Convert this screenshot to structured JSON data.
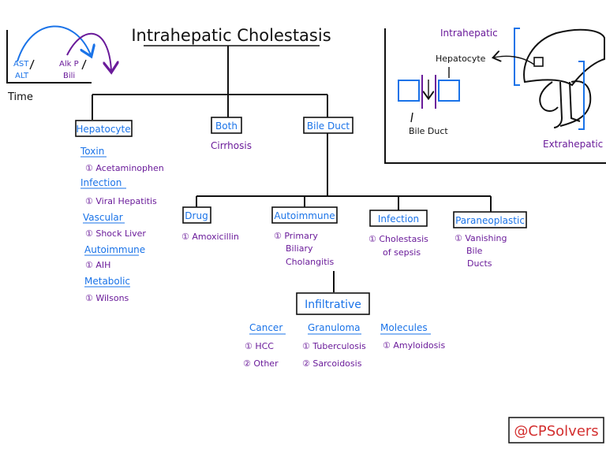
{
  "title": "Intrahepatic Cholestasis",
  "graph": {
    "ast_alt": [
      "AST",
      "ALT"
    ],
    "alkp_bili": [
      "Alk P",
      "Bili"
    ],
    "xlabel": "Time"
  },
  "colors": {
    "blue": "#1a73e8",
    "purple": "#6a1b9a",
    "black": "#111111",
    "red": "#d32f2f"
  },
  "top_nodes": {
    "hepatocyte": "Hepatocyte",
    "both": "Both",
    "both_item": "Cirrhosis",
    "bile_duct": "Bile Duct"
  },
  "hepatocyte_groups": [
    {
      "label": "Toxin",
      "item": "① Acetaminophen"
    },
    {
      "label": "Infection",
      "item": "① Viral Hepatitis"
    },
    {
      "label": "Vascular",
      "item": "① Shock Liver"
    },
    {
      "label": "Autoimmune",
      "item": "① AIH"
    },
    {
      "label": "Metabolic",
      "item": "① Wilsons"
    }
  ],
  "bile_children": {
    "drug": {
      "label": "Drug",
      "items": [
        "① Amoxicillin"
      ]
    },
    "autoimmune": {
      "label": "Autoimmune",
      "items": [
        "① Primary",
        "Biliary",
        "Cholangitis"
      ]
    },
    "infection": {
      "label": "Infection",
      "items": [
        "① Cholestasis",
        "of sepsis"
      ]
    },
    "paraneoplastic": {
      "label": "Paraneoplastic",
      "items": [
        "① Vanishing",
        "Bile",
        "Ducts"
      ]
    }
  },
  "infiltrative": {
    "label": "Infiltrative",
    "cancer": {
      "label": "Cancer",
      "items": [
        "① HCC",
        "② Other"
      ]
    },
    "granuloma": {
      "label": "Granuloma",
      "items": [
        "① Tuberculosis",
        "② Sarcoidosis"
      ]
    },
    "molecules": {
      "label": "Molecules",
      "items": [
        "① Amyloidosis"
      ]
    }
  },
  "anatomy": {
    "intrahepatic": "Intrahepatic",
    "hepatocyte": "Hepatocyte",
    "bile_duct": "Bile Duct",
    "extrahepatic": "Extrahepatic"
  },
  "watermark": "@CPSolvers"
}
